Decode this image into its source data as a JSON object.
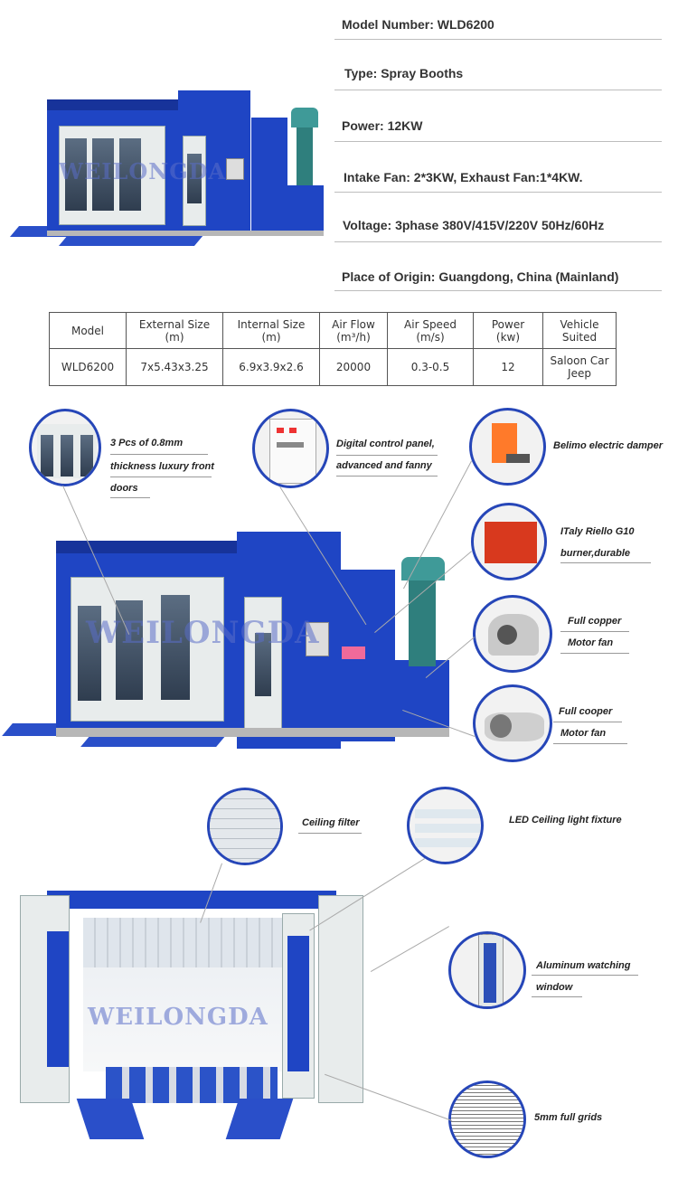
{
  "specs": [
    "Model Number: WLD6200",
    "Type: Spray Booths",
    "Power: 12KW",
    "Intake Fan: 2*3KW, Exhaust Fan:1*4KW.",
    "Voltage: 3phase 380V/415V/220V 50Hz/60Hz",
    "Place of Origin: Guangdong, China (Mainland)"
  ],
  "watermark": "WEILONGDA",
  "table": {
    "headers": [
      [
        "Model",
        ""
      ],
      [
        "External Size",
        "(m)"
      ],
      [
        "Internal Size",
        "(m)"
      ],
      [
        "Air Flow",
        "(m³/h)"
      ],
      [
        "Air Speed",
        "(m/s)"
      ],
      [
        "Power",
        "(kw)"
      ],
      [
        "Vehicle",
        "Suited"
      ]
    ],
    "row": [
      "WLD6200",
      "7x5.43x3.25",
      "6.9x3.9x2.6",
      "20000",
      "0.3-0.5",
      "12",
      [
        "Saloon Car",
        "Jeep"
      ]
    ]
  },
  "callouts": {
    "doors": [
      "3 Pcs of 0.8mm",
      "thickness luxury front",
      "doors"
    ],
    "panel": [
      "Digital control panel,",
      "advanced and fanny"
    ],
    "damper": "Belimo electric damper",
    "burner": [
      "ITaly Riello G10",
      "burner,durable"
    ],
    "fan1": [
      "Full copper",
      "Motor fan"
    ],
    "fan2": [
      "Full cooper",
      "Motor fan"
    ],
    "ceiling_filter": "Ceiling filter",
    "led": "LED  Ceiling light fixture",
    "window": [
      "Aluminum watching",
      "window"
    ],
    "grids": "5mm full grids"
  },
  "colors": {
    "booth_blue": "#1f45c4",
    "circle_border": "#2646b8",
    "burner_red": "#d8391e"
  }
}
